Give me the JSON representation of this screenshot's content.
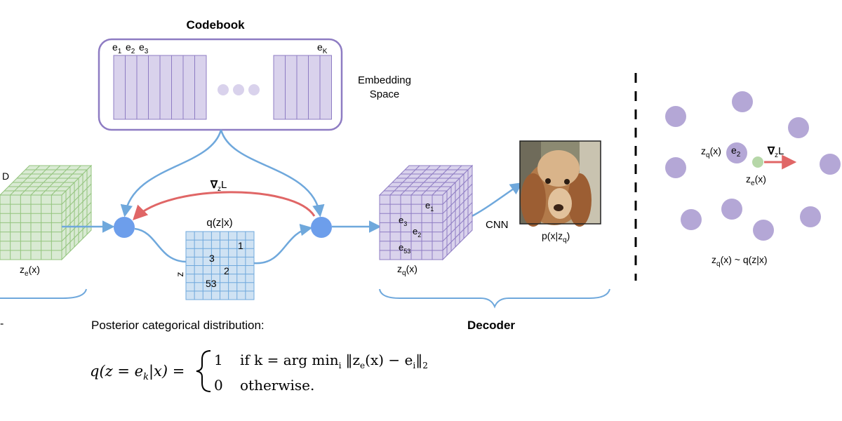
{
  "codebook": {
    "title": "Codebook",
    "labels": {
      "e1": "e",
      "e1_sub": "1",
      "e2": "e",
      "e2_sub": "2",
      "e3": "e",
      "e3_sub": "3",
      "eK": "e",
      "eK_sub": "K"
    }
  },
  "embedding_space": {
    "line1": "Embedding",
    "line2": "Space"
  },
  "encoder": {
    "dim_label": "D",
    "output_label": "z",
    "output_sub": "e",
    "output_suffix": "(x)"
  },
  "gradient": {
    "symbol": "∇",
    "sub": "z",
    "letter": "L"
  },
  "posterior_grid": {
    "title": "q(z|x)",
    "axis_label": "z",
    "cells": [
      "1",
      "3",
      "2",
      "53"
    ]
  },
  "decoder_cube": {
    "labels": [
      {
        "base": "e",
        "sub": "1"
      },
      {
        "base": "e",
        "sub": "3"
      },
      {
        "base": "e",
        "sub": "2"
      },
      {
        "base": "e",
        "sub": "53"
      }
    ],
    "output_label": "z",
    "output_sub": "q",
    "output_suffix": "(x)"
  },
  "cnn_label": "CNN",
  "image_caption": {
    "prefix": "p(x|z",
    "sub": "q",
    "suffix": ")"
  },
  "decoder_label": "Decoder",
  "posterior_heading": "Posterior categorical distribution:",
  "formula": {
    "lhs": "q(z = e",
    "lhs_sub": "k",
    "lhs_end": "|x) =",
    "case1_value": "1",
    "case1_cond_a": "if k = arg min",
    "case1_cond_sub": "i",
    "case1_cond_b": "‖z",
    "case1_cond_sub2": "e",
    "case1_cond_c": "(x) − e",
    "case1_cond_sub3": "i",
    "case1_cond_d": "‖",
    "case1_cond_sub4": "2",
    "case2_value": "0",
    "case2_cond": "otherwise."
  },
  "right_panel": {
    "zq_label": "z",
    "zq_sub": "q",
    "zq_suffix": "(x)",
    "e2_label": "e",
    "e2_sub": "2",
    "grad": {
      "symbol": "∇",
      "sub": "z",
      "letter": "L"
    },
    "ze_label": "z",
    "ze_sub": "e",
    "ze_suffix": "(x)",
    "bottom": {
      "prefix": "z",
      "sub": "q",
      "suffix": "(x) ~ q(z|x)"
    }
  },
  "colors": {
    "purple_fill": "#d9d2ec",
    "purple_stroke": "#8e7cc3",
    "green_fill": "#d9ead3",
    "green_stroke": "#93c47d",
    "blue_fill": "#cfe2f3",
    "blue_stroke": "#6fa8dc",
    "node_blue": "#6d9eeb",
    "arrow_blue": "#6fa8dc",
    "arrow_red": "#e06666",
    "dot_purple": "#b4a7d6",
    "dot_green": "#b6d7a8"
  }
}
